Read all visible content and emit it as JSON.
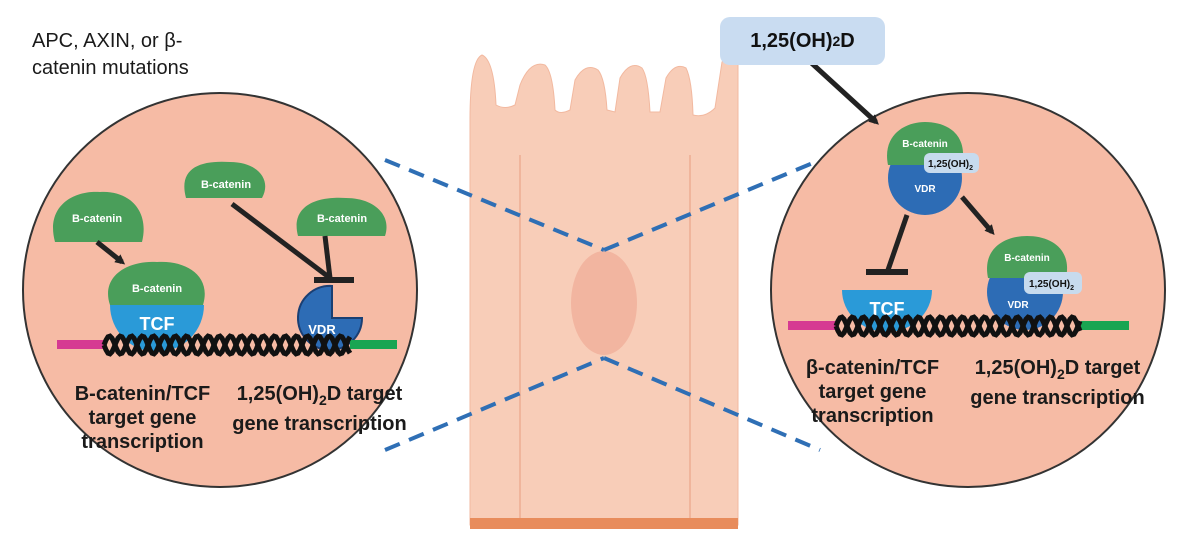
{
  "mutation_label": "APC, AXIN, or β-catenin mutations",
  "vitamin_box": {
    "prefix": "1,25(OH)",
    "sub": "2",
    "suffix": "D"
  },
  "left_circle": {
    "bcatenin_labels": [
      "B-catenin",
      "B-catenin",
      "B-catenin",
      "B-catenin"
    ],
    "tcf_label": "TCF",
    "vdr_label": "VDR",
    "caption_left": "B-catenin/TCF target gene transcription",
    "caption_right": {
      "prefix": "1,25(OH)",
      "sub": "2",
      "suffix": "D target gene transcription"
    }
  },
  "right_circle": {
    "bcatenin_labels": [
      "B-catenin",
      "B-catenin"
    ],
    "ligand_labels": [
      "1,25(OH)",
      "1,25(OH)"
    ],
    "ligand_sub": "2",
    "vdr_labels": [
      "VDR",
      "VDR"
    ],
    "tcf_label": "TCF",
    "caption_left": "β-catenin/TCF target gene transcription",
    "caption_right": {
      "prefix": "1,25(OH)",
      "sub": "2",
      "suffix": "D target gene transcription"
    }
  },
  "colors": {
    "circle_fill": "#f6bba5",
    "cell_fill": "#f8cdb8",
    "bcatenin": "#4a9e5a",
    "tcf": "#2a9ad8",
    "vdr": "#2d6cb5",
    "dashed_line": "#2f6fb5",
    "vitamin_box": "#c9dcf1",
    "pink_bar": "#d63a92",
    "green_bar": "#19a552",
    "membrane": "#e88c5c"
  }
}
